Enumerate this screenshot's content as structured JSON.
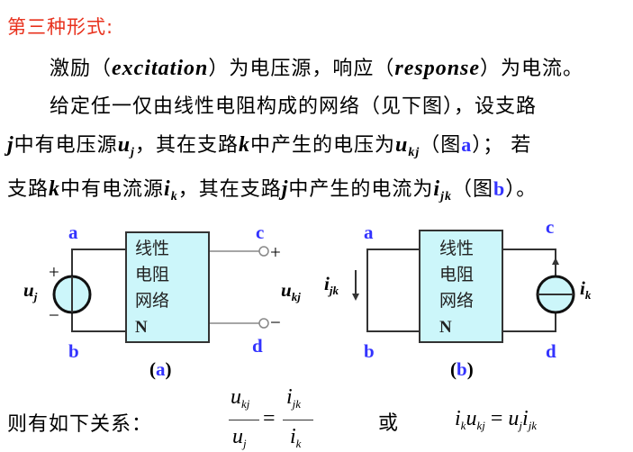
{
  "title": "第三种形式:",
  "line1": {
    "a": "激励（",
    "b": "excitation",
    "c": "）为电压源，响应（",
    "d": "response",
    "e": "）为电流。"
  },
  "line2": "给定任一仅由线性电阻构成的网络（见下图），设支路",
  "line3": {
    "a": "j",
    "b": "中有电压源",
    "c": "u",
    "c_sub": "j",
    "d": "，其在支路",
    "e": "k",
    "f": "中产生的电压为",
    "g": "u",
    "g_sub": "kj",
    "h": "（图",
    "i": "a",
    "j": "）；  若"
  },
  "line4": {
    "a": "支路",
    "b": "k",
    "c": "中有电流源",
    "d": "i",
    "d_sub": "k",
    "e": "，其在支路",
    "f": "j",
    "g": "中产生的电流为",
    "h": "i",
    "h_sub": "jk",
    "i": "（图",
    "j": "b",
    "k": "）。"
  },
  "figure_a": {
    "box": [
      "线性",
      "电阻",
      "网络",
      "N"
    ],
    "nodes": {
      "a": "a",
      "b": "b",
      "c": "c",
      "d": "d"
    },
    "plus": "+",
    "minus": "−",
    "source": "u",
    "source_sub": "j",
    "output": "u",
    "output_sub": "kj",
    "caption_open": "(",
    "caption": "a",
    "caption_close": ")"
  },
  "figure_b": {
    "box": [
      "线性",
      "电阻",
      "网络",
      "N"
    ],
    "nodes": {
      "a": "a",
      "b": "b",
      "c": "c",
      "d": "d"
    },
    "current": "i",
    "current_sub": "jk",
    "source": "i",
    "source_sub": "k",
    "caption_open": "(",
    "caption": "b",
    "caption_close": ")"
  },
  "relation": {
    "label": "则有如下关系：",
    "frac1_num": "u",
    "frac1_num_sub": "kj",
    "frac1_den": "u",
    "frac1_den_sub": "j",
    "eq": "=",
    "frac2_num": "i",
    "frac2_num_sub": "jk",
    "frac2_den": "i",
    "frac2_den_sub": "k",
    "or": "或",
    "eq2": {
      "a": "i",
      "a_sub": "k",
      "b": "u",
      "b_sub": "kj",
      "eq": " = ",
      "c": "u",
      "c_sub": "j",
      "d": "i",
      "d_sub": "jk"
    }
  },
  "colors": {
    "title": "#e8321e",
    "label": "#3333ff",
    "box": "#ccf6fa"
  }
}
